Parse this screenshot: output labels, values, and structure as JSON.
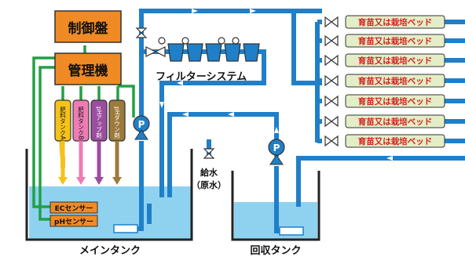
{
  "control_panel": "制御盤",
  "manager": "管理機",
  "filter_system": "フィルターシステム",
  "tanks_small": [
    "肥料タンクA",
    "肥料タンクB",
    "pHアップ剤",
    "pHダウン剤"
  ],
  "ec_sensor": "ECセンサー",
  "ph_sensor": "pHセンサー",
  "water_supply": [
    "給水",
    "（原水）"
  ],
  "main_tank": "メインタンク",
  "recovery_tank": "回収タンク",
  "pump_label": "P",
  "beds": [
    "育苗又は栽培ベッド",
    "育苗又は栽培ベッド",
    "育苗又は栽培ベッド",
    "育苗又は栽培ベッド",
    "育苗又は栽培ベッド",
    "育苗又は栽培ベッド",
    "育苗又は栽培ベッド"
  ],
  "colors": {
    "pipe": "#1f7fc8",
    "water": "#8fd2f0",
    "green_wire": "#22a045",
    "orange_box": "#f08a24",
    "bed_fill": "#e3edc7",
    "bed_text": "#d42020",
    "tank_a": "#f4c21a",
    "tank_b": "#ee7cb4",
    "ph_up": "#9b4d9f",
    "ph_down": "#9c7a3c"
  }
}
